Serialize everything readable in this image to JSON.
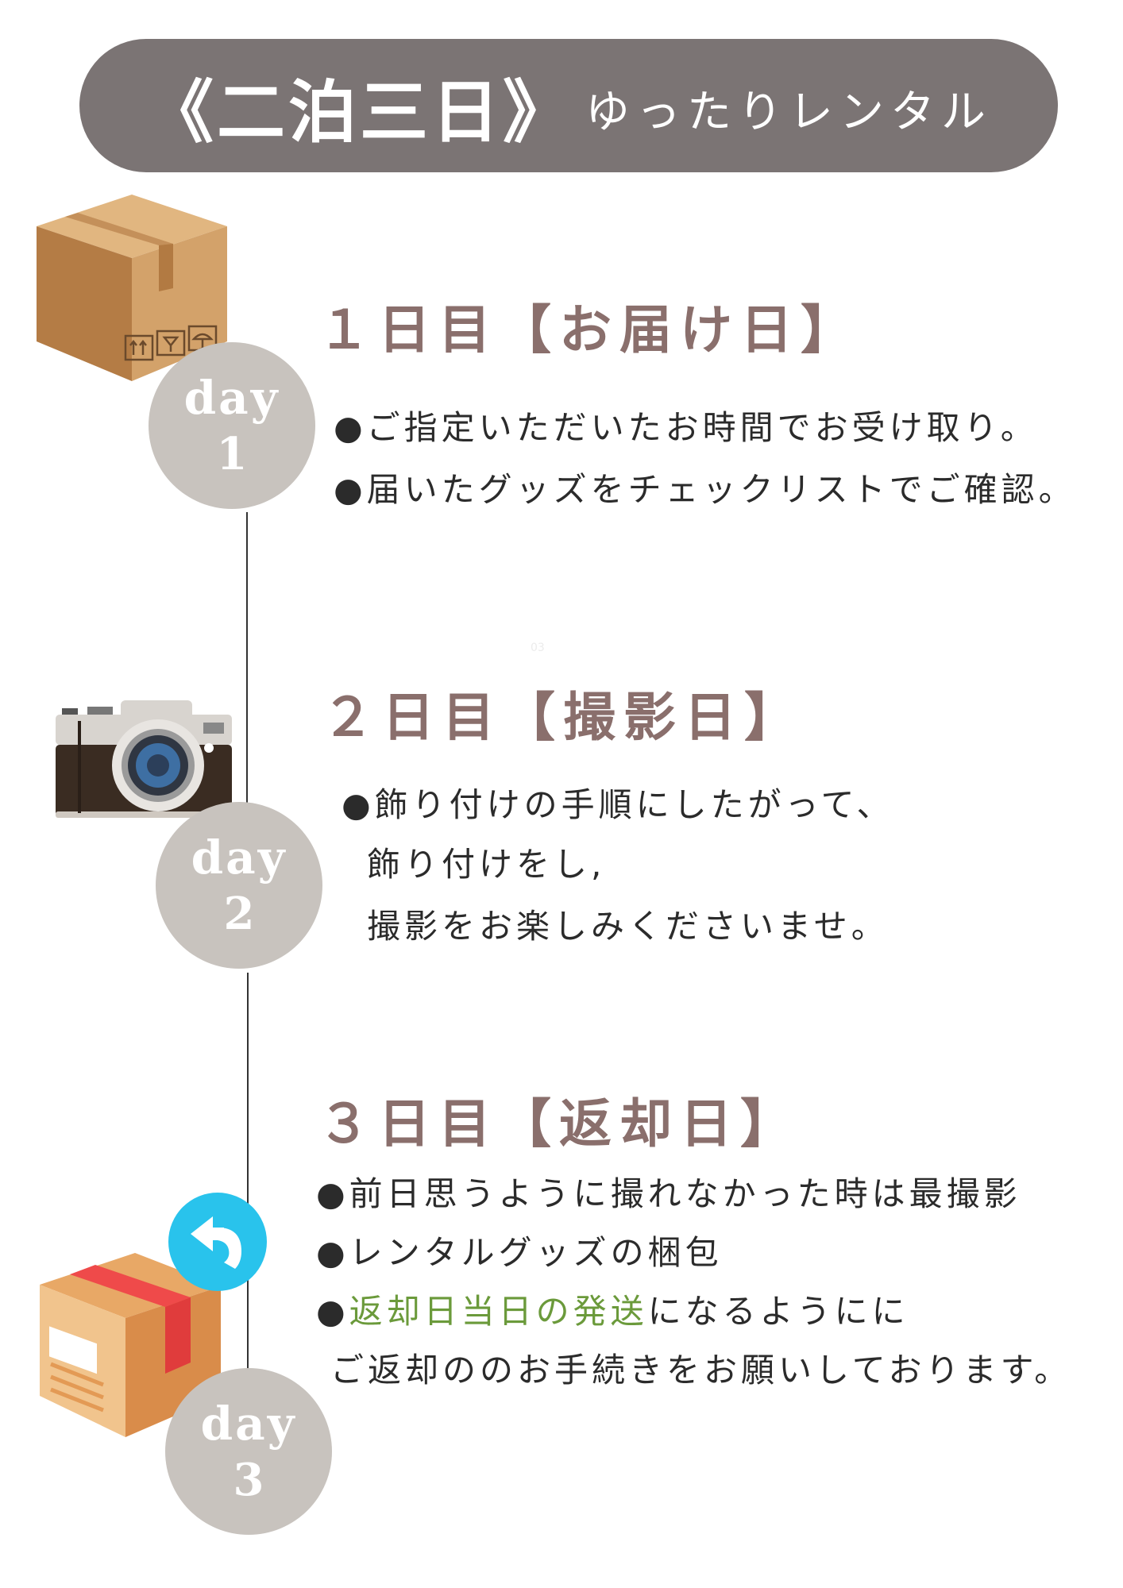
{
  "banner": {
    "title": "《二泊三日》",
    "subtitle": "ゆったりレンタル"
  },
  "faint_mark": "03",
  "days": [
    {
      "badge_word": "day",
      "badge_num": "1",
      "heading": "１日目【お届け日】",
      "lines": [
        "●ご指定いただいたお時間でお受け取り。",
        "●届いたグッズをチェックリストでご確認。"
      ],
      "icon": "cardboard-box-icon"
    },
    {
      "badge_word": "day",
      "badge_num": "2",
      "heading": "２日目【撮影日】",
      "lines": [
        "●飾り付けの手順にしたがって、",
        "飾り付けをし,",
        "撮影をお楽しみくださいませ。"
      ],
      "icon": "camera-icon"
    },
    {
      "badge_word": "day",
      "badge_num": "3",
      "heading": "３日目【返却日】",
      "lines": [
        "●前日思うように撮れなかった時は最撮影",
        "●レンタルグッズの梱包",
        "になるようにに",
        "ご返却ののお手続きをお願いしております。"
      ],
      "highlight": {
        "bullet": "●",
        "text": "返却日当日の発送"
      },
      "icon": "return-package-icon",
      "return_icon": "return-arrow-icon"
    }
  ],
  "colors": {
    "banner": "#7b7474",
    "heading": "#8a6f6c",
    "badge": "#c8c3be",
    "highlight": "#6b9a3b",
    "return_badge": "#29c3ec"
  }
}
